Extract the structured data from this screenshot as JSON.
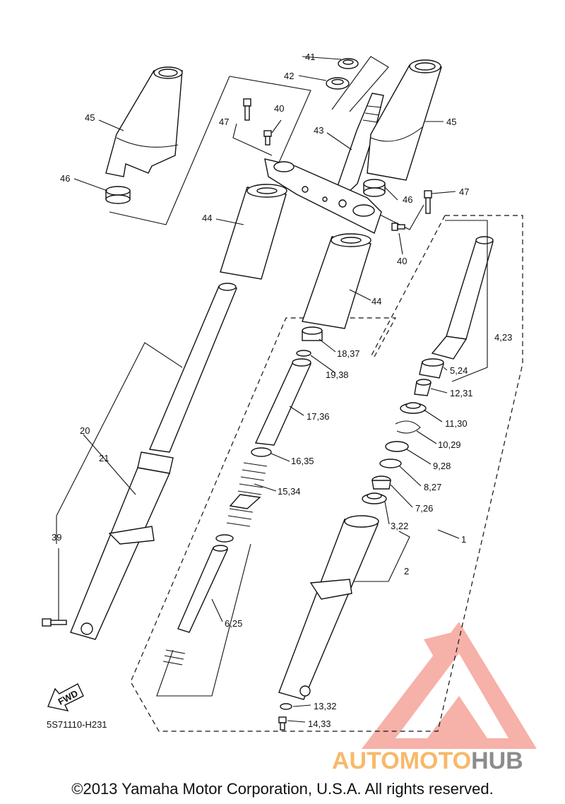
{
  "labels": {
    "p41": "41",
    "p42": "42",
    "p40a": "40",
    "p47a": "47",
    "p43": "43",
    "p45a": "45",
    "p45b": "45",
    "p46a": "46",
    "p46b": "46",
    "p47b": "47",
    "p44a": "44",
    "p44b": "44",
    "p40b": "40",
    "p4_23": "4,23",
    "p18_37": "18,37",
    "p5_24": "5,24",
    "p19_38": "19,38",
    "p12_31": "12,31",
    "p17_36": "17,36",
    "p11_30": "11,30",
    "p10_29": "10,29",
    "p16_35": "16,35",
    "p9_28": "9,28",
    "p20": "20",
    "p21": "21",
    "p15_34": "15,34",
    "p8_27": "8,27",
    "p7_26": "7,26",
    "p3_22": "3,22",
    "p39": "39",
    "p1": "1",
    "p2": "2",
    "p6_25": "6,25",
    "p13_32": "13,32",
    "p14_33": "14,33"
  },
  "diagram_code": "5S71110-H231",
  "fwd_label": "FWD",
  "watermark": {
    "prefix": "AUTOMOTO",
    "suffix": "HUB"
  },
  "copyright": "©2013 Yamaha Motor Corporation, U.S.A. All rights reserved.",
  "colors": {
    "watermark_red": "#f08a80",
    "watermark_orange": "#f7b96a",
    "watermark_gray": "#8c8c8c"
  }
}
